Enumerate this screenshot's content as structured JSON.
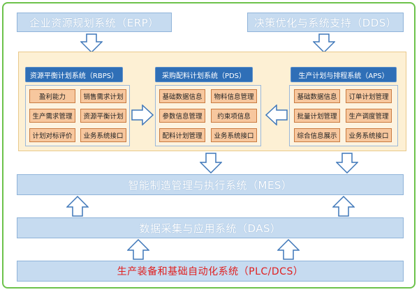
{
  "top": {
    "erp": "企业资源规划系统（ERP）",
    "dds": "决策优化与系统支持（DDS）"
  },
  "systems": {
    "rbps": {
      "title": "资源平衡计划系统（RBPS）",
      "items": [
        "盈利能力",
        "销售需求计划",
        "生产需求管理",
        "资源平衡计划",
        "计划对标评价",
        "业务系统接口"
      ]
    },
    "pds": {
      "title": "采购配料计划系统（PDS）",
      "items": [
        "基础数据信息",
        "物料信息管理",
        "参数信息管理",
        "约束项信息",
        "配料计划管理",
        "业务系统接口"
      ]
    },
    "aps": {
      "title": "生产计划与排程系统（APS）",
      "items": [
        "基础数据信息",
        "订单计划管理",
        "批量计划管理",
        "生产调度管理",
        "综合信息展示",
        "业务系统接口"
      ]
    }
  },
  "layers": {
    "mes": "智能制造管理与执行系统（MES）",
    "das": "数据采集与应用系统（DAS）",
    "plc": "生产装备和基础自动化系统（PLC/DCS）"
  },
  "colors": {
    "frame": "#6cc24a",
    "bar": "#c6dbf0",
    "title": "#2f6fb7",
    "cell": "#f7c79e",
    "panel": "#fdf0d4",
    "plc_text": "#e02020"
  }
}
